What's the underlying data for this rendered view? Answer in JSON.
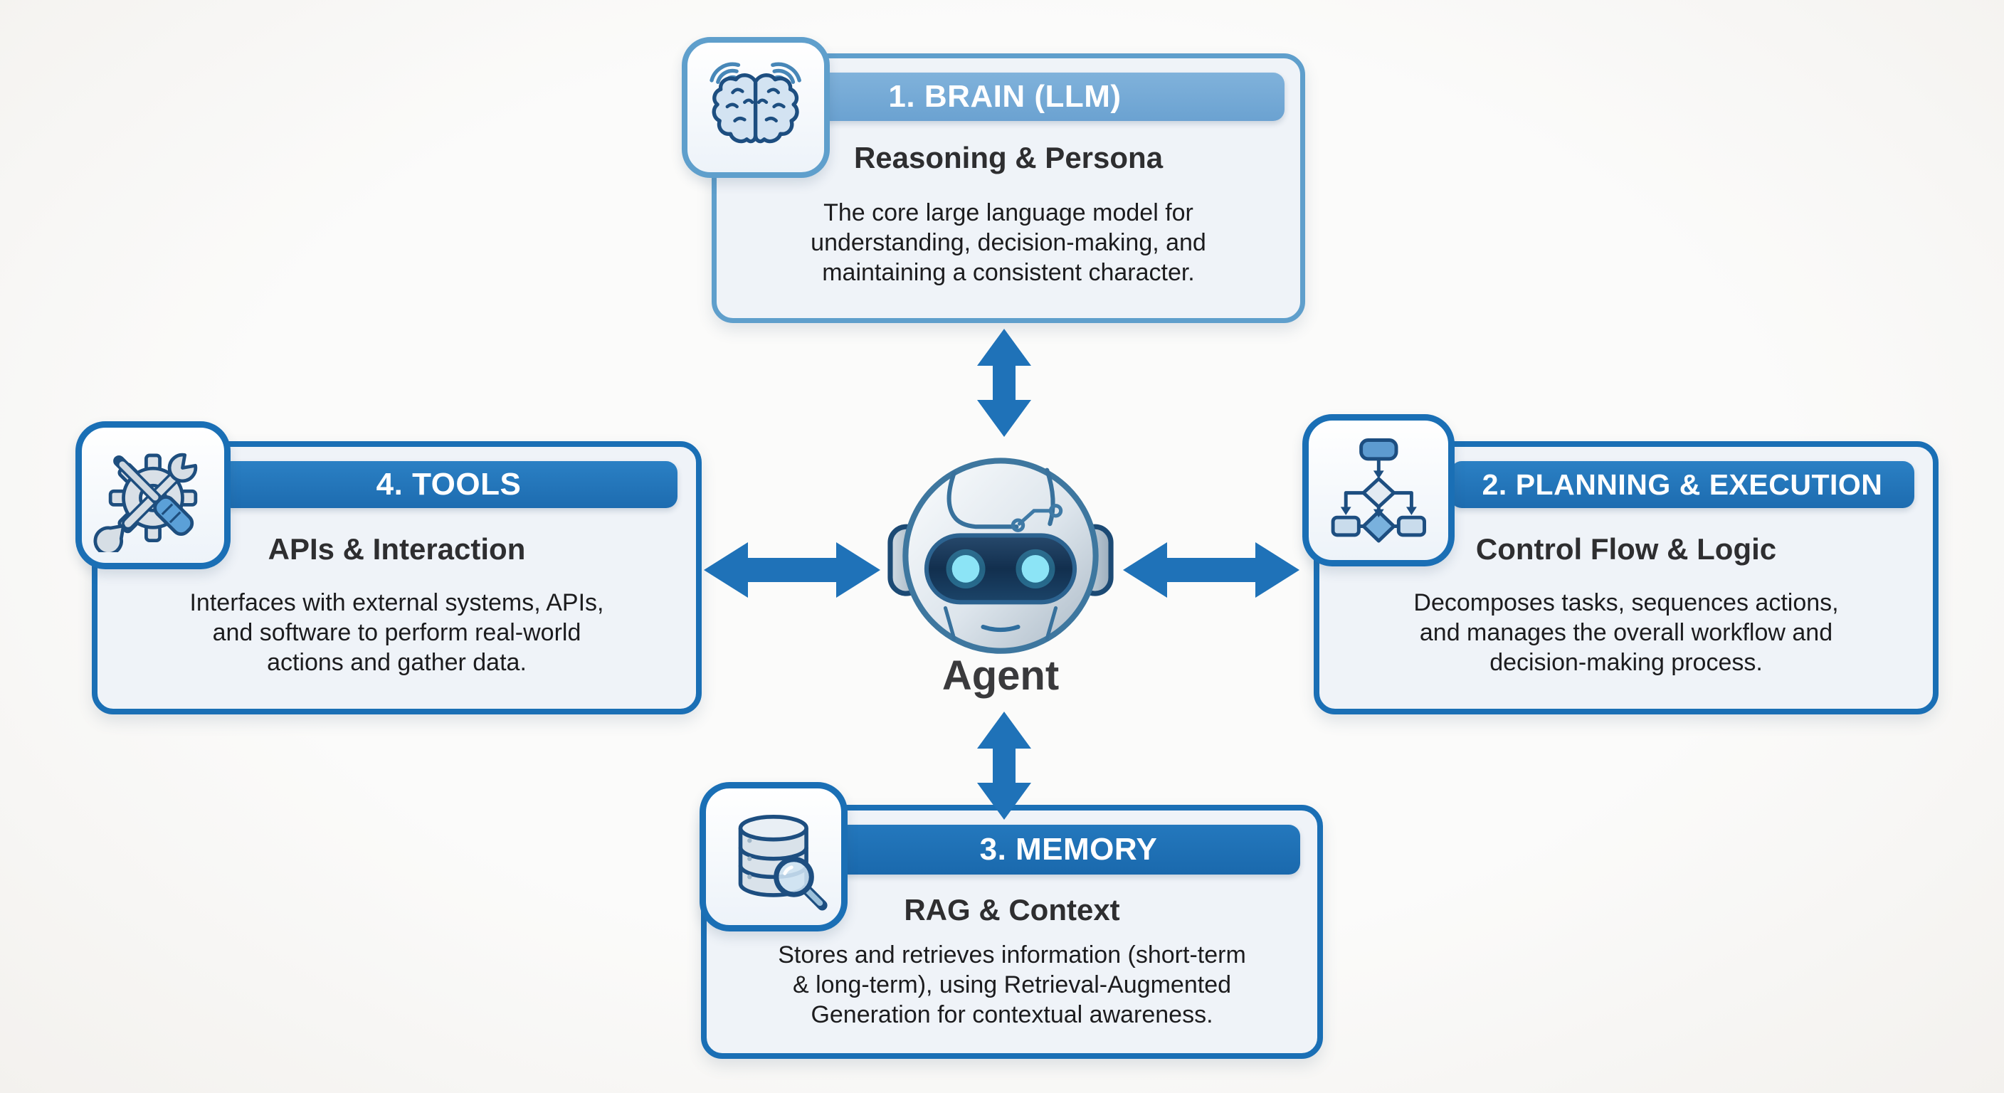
{
  "diagram": {
    "center": {
      "label": "Agent",
      "icon": "robot-icon"
    },
    "cards": {
      "brain": {
        "title": "1. BRAIN (LLM)",
        "subtitle": "Reasoning & Persona",
        "body": "The core large language model for\nunderstanding, decision-making, and\nmaintaining a consistent character.",
        "icon": "brain-icon"
      },
      "planning": {
        "title": "2. PLANNING & EXECUTION",
        "subtitle": "Control Flow & Logic",
        "body": "Decomposes tasks, sequences actions,\nand manages the overall workflow and\ndecision-making process.",
        "icon": "flowchart-icon"
      },
      "memory": {
        "title": "3. MEMORY",
        "subtitle": "RAG & Context",
        "body": "Stores and retrieves information (short-term\n& long-term), using Retrieval-Augmented\nGeneration for contextual awareness.",
        "icon": "database-search-icon"
      },
      "tools": {
        "title": "4. TOOLS",
        "subtitle": "APIs & Interaction",
        "body": "Interfaces with external systems, APIs,\nand software to perform real-world\nactions and gather data.",
        "icon": "gear-wrench-icon"
      }
    },
    "colors": {
      "arrow": "#1f72b8",
      "banner_light": "#76abd7",
      "banner_deep": "#2176bd",
      "banner_memory": "#1f73ba",
      "border_light": "#5f9fcc",
      "border_deep": "#1a6fb5",
      "card_fill": "#eff3f8",
      "subtitle_text": "#2e2e30",
      "body_text": "#1c1c1e",
      "agent_text": "#3a3a3c",
      "background": "#fafaf8"
    }
  }
}
